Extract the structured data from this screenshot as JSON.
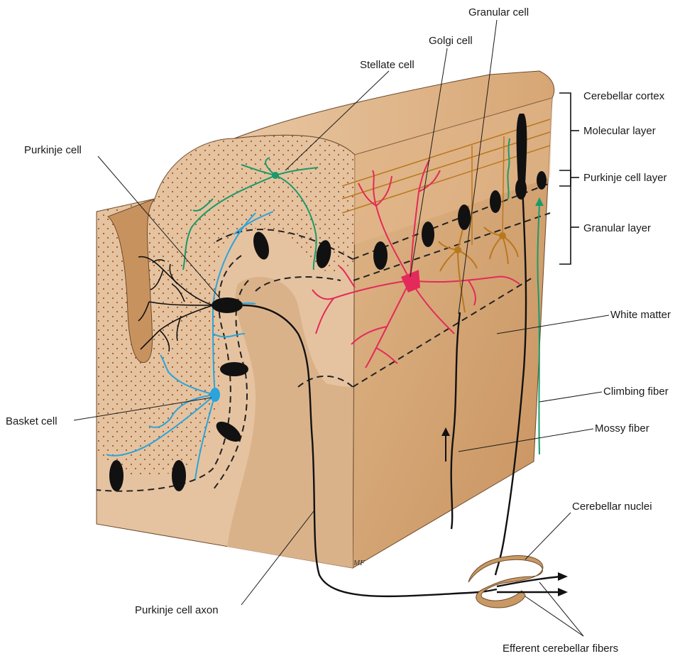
{
  "labels": {
    "granular_cell": "Granular cell",
    "golgi_cell": "Golgi cell",
    "stellate_cell": "Stellate cell",
    "purkinje_cell": "Purkinje cell",
    "cerebellar_cortex": "Cerebellar cortex",
    "molecular_layer": "Molecular layer",
    "purkinje_cell_layer": "Purkinje cell layer",
    "granular_layer": "Granular layer",
    "white_matter": "White matter",
    "climbing_fiber": "Climbing fiber",
    "mossy_fiber": "Mossy fiber",
    "basket_cell": "Basket cell",
    "cerebellar_nuclei": "Cerebellar nuclei",
    "purkinje_cell_axon": "Purkinje cell axon",
    "efferent_cerebellar_fibers": "Efferent cerebellar fibers"
  },
  "signature": "MF",
  "colors": {
    "tissue_light": "#e6c3a0",
    "tissue_mid": "#d9ac80",
    "tissue_dark": "#c8925f",
    "stipple": "#a55a1e",
    "stellate": "#1a9a6a",
    "basket": "#2aa4dc",
    "golgi": "#e42a5a",
    "granular": "#b8781e",
    "purkinje": "#111111"
  }
}
